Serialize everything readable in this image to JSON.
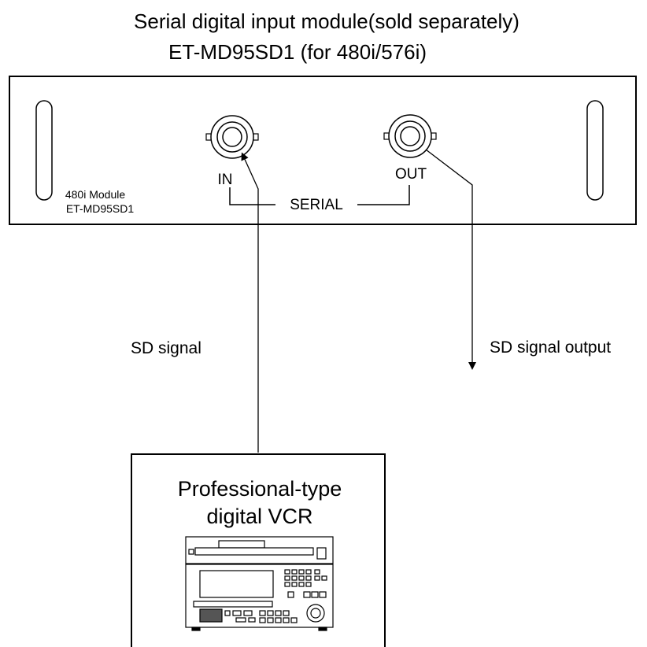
{
  "header": {
    "title_line1": "Serial digital input module(sold separately)",
    "title_line2": "ET-MD95SD1 (for 480i/576i)"
  },
  "module": {
    "name_line1": "480i Module",
    "name_line2": "ET-MD95SD1",
    "in_label": "IN",
    "out_label": "OUT",
    "serial_label": "SERIAL"
  },
  "signals": {
    "input_label": "SD signal",
    "output_label": "SD signal output"
  },
  "device": {
    "label_line1": "Professional-type",
    "label_line2": "digital VCR"
  }
}
